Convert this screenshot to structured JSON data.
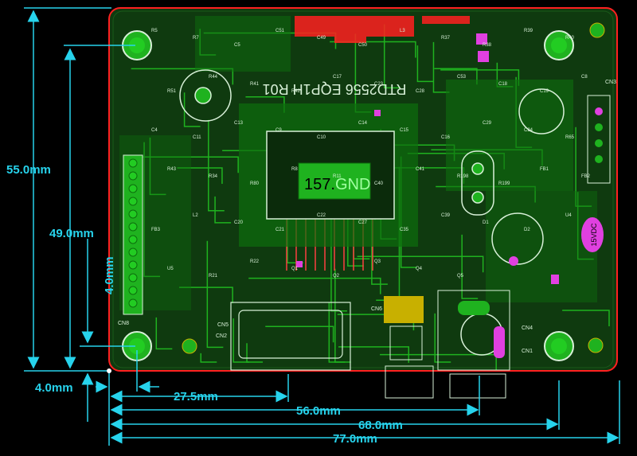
{
  "colors": {
    "background": "#000000",
    "dimension": "#27d3ec",
    "board_fill": "#0f3a0f",
    "copper": "#1fb21f",
    "copper_dark": "#0d6e0d",
    "silkscreen": "#d8f0d8",
    "pad_magenta": "#e040e0",
    "keepout_red": "#ff2020",
    "pad_yellow": "#c8b000",
    "chip_text_green": "#a0ffa0"
  },
  "dimensions": {
    "vertical": [
      {
        "label": "55.0mm"
      },
      {
        "label": "49.0mm"
      },
      {
        "label": "4.0mm"
      }
    ],
    "horizontal": [
      {
        "label": "4.0mm"
      },
      {
        "label": "27.5mm"
      },
      {
        "label": "56.0mm"
      },
      {
        "label": "68.0mm"
      },
      {
        "label": "77.0mm"
      }
    ]
  },
  "board": {
    "chip_marking": "157.GND",
    "chip_marking_parts": [
      "157.",
      "GND"
    ],
    "top_text": "RTD2556 EQP1H R01",
    "power_label": "15VDC",
    "connectors": [
      "CN8",
      "CN5",
      "CN2",
      "CN6",
      "CN4",
      "CN1",
      "CN3"
    ],
    "components": [
      "R5",
      "R7",
      "C5",
      "C51",
      "C49",
      "C50",
      "L3",
      "R37",
      "R38",
      "R39",
      "R40",
      "R51",
      "R44",
      "R41",
      "R42",
      "C17",
      "C23",
      "C28",
      "C53",
      "C18",
      "C19",
      "C8",
      "C4",
      "C11",
      "C13",
      "C9",
      "C10",
      "C14",
      "C15",
      "C16",
      "C29",
      "C24",
      "R65",
      "R43",
      "R34",
      "R80",
      "R8",
      "R11",
      "C40",
      "C41",
      "R198",
      "R199",
      "FB1",
      "FB2",
      "FB3",
      "L2",
      "C20",
      "C21",
      "C22",
      "C27",
      "C35",
      "C39",
      "D1",
      "D2",
      "U4",
      "U5",
      "R21",
      "R22",
      "Q1",
      "Q2",
      "Q3",
      "Q4",
      "Q5"
    ]
  }
}
